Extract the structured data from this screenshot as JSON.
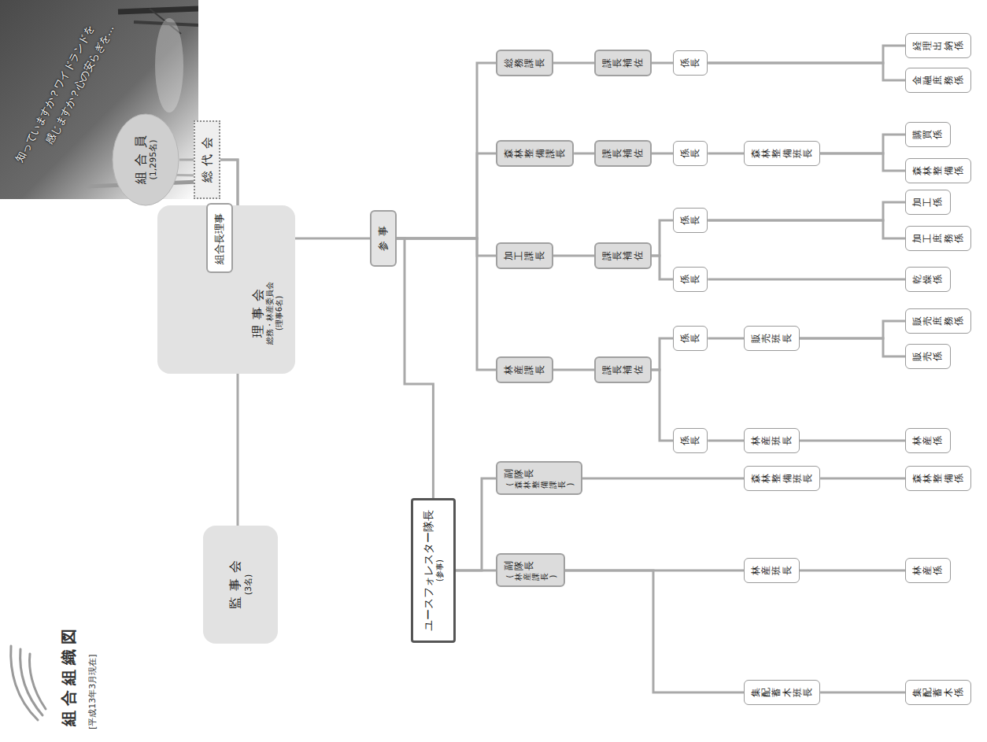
{
  "diagram": {
    "title": "組合組織図",
    "nodes": [
      {
        "text": [
          "組合員",
          "(1,295名)"
        ]
      },
      {
        "text": [
          "総代会"
        ]
      },
      {
        "text": [
          "監事会",
          "(3名)"
        ]
      },
      {
        "text": [
          "理事会",
          "総務・林産委員会",
          "(理事6名)"
        ]
      },
      {
        "text": [
          "組合長理事"
        ],
        "in": 3
      },
      {
        "text": [
          "参事"
        ]
      },
      {
        "text": [
          "ユースフォレスター隊長",
          "(参事)"
        ]
      },
      {
        "text": [
          "副隊長",
          "(林産課長)"
        ]
      },
      {
        "text": [
          "副隊長",
          "(森林整備課長)"
        ]
      },
      {
        "text": [
          "林産課長"
        ]
      },
      {
        "text": [
          "加工課長"
        ]
      },
      {
        "text": [
          "森林整備課長"
        ]
      },
      {
        "text": [
          "総務課長"
        ]
      },
      {
        "text": [
          "課長補佐"
        ]
      },
      {
        "text": [
          "課長補佐"
        ]
      },
      {
        "text": [
          "課長補佐"
        ]
      },
      {
        "text": [
          "課長補佐"
        ]
      },
      {
        "text": [
          "係長"
        ]
      },
      {
        "text": [
          "係長"
        ]
      },
      {
        "text": [
          "係長"
        ]
      },
      {
        "text": [
          "係長"
        ]
      },
      {
        "text": [
          "係長"
        ]
      },
      {
        "text": [
          "係長"
        ]
      },
      {
        "text": [
          "集配蓄木班長"
        ]
      },
      {
        "text": [
          "林産班長"
        ]
      },
      {
        "text": [
          "森林整備班長"
        ]
      },
      {
        "text": [
          "林産班長"
        ]
      },
      {
        "text": [
          "販売班長"
        ]
      },
      {
        "text": [
          "森林整備班長"
        ]
      },
      {
        "text": [
          "集配蓄木係"
        ]
      },
      {
        "text": [
          "林産係"
        ]
      },
      {
        "text": [
          "森林整備係"
        ]
      },
      {
        "text": [
          "林産係"
        ]
      },
      {
        "text": [
          "販売係"
        ]
      },
      {
        "text": [
          "販売庶務係"
        ]
      },
      {
        "text": [
          "乾燥係"
        ]
      },
      {
        "text": [
          "加工庶務係"
        ]
      },
      {
        "text": [
          "加工係"
        ]
      },
      {
        "text": [
          "森林整備係"
        ]
      },
      {
        "text": [
          "購買係"
        ]
      },
      {
        "text": [
          "金融庶務係"
        ]
      },
      {
        "text": [
          "経理出納係"
        ]
      }
    ],
    "edges": [
      {
        "from": 0,
        "to": 1,
        "arrow": "none"
      },
      {
        "from": 1,
        "to": 2,
        "arrow": "none"
      },
      {
        "from": 1,
        "to": 3,
        "arrow": "none"
      },
      {
        "from": 4,
        "to": 5,
        "arrow": "none"
      },
      {
        "from": 5,
        "to": 6,
        "arrow": "none"
      },
      {
        "from": 5,
        "to": 9,
        "arrow": "none"
      },
      {
        "from": 5,
        "to": 10,
        "arrow": "none"
      },
      {
        "from": 5,
        "to": 11,
        "arrow": "none"
      },
      {
        "from": 5,
        "to": 12,
        "arrow": "none"
      },
      {
        "from": 6,
        "to": 7,
        "arrow": "none"
      },
      {
        "from": 6,
        "to": 8,
        "arrow": "none"
      },
      {
        "from": 7,
        "to": 23,
        "arrow": "none"
      },
      {
        "from": 7,
        "to": 24,
        "arrow": "none"
      },
      {
        "from": 8,
        "to": 25,
        "arrow": "none"
      },
      {
        "from": 9,
        "to": 13,
        "arrow": "none"
      },
      {
        "from": 10,
        "to": 14,
        "arrow": "none"
      },
      {
        "from": 11,
        "to": 15,
        "arrow": "none"
      },
      {
        "from": 12,
        "to": 16,
        "arrow": "none"
      },
      {
        "from": 13,
        "to": 17,
        "arrow": "none"
      },
      {
        "from": 13,
        "to": 18,
        "arrow": "none"
      },
      {
        "from": 14,
        "to": 19,
        "arrow": "none"
      },
      {
        "from": 14,
        "to": 20,
        "arrow": "none"
      },
      {
        "from": 15,
        "to": 21,
        "arrow": "none"
      },
      {
        "from": 16,
        "to": 22,
        "arrow": "none"
      },
      {
        "from": 17,
        "to": 26,
        "arrow": "none"
      },
      {
        "from": 18,
        "to": 27,
        "arrow": "none"
      },
      {
        "from": 21,
        "to": 28,
        "arrow": "none"
      },
      {
        "from": 19,
        "to": 35,
        "arrow": "none"
      },
      {
        "from": 20,
        "to": 36,
        "arrow": "none"
      },
      {
        "from": 20,
        "to": 37,
        "arrow": "none"
      },
      {
        "from": 22,
        "to": 40,
        "arrow": "none"
      },
      {
        "from": 22,
        "to": 41,
        "arrow": "none"
      },
      {
        "from": 23,
        "to": 29,
        "arrow": "none"
      },
      {
        "from": 24,
        "to": 30,
        "arrow": "none"
      },
      {
        "from": 25,
        "to": 31,
        "arrow": "none"
      },
      {
        "from": 26,
        "to": 32,
        "arrow": "none"
      },
      {
        "from": 27,
        "to": 33,
        "arrow": "none"
      },
      {
        "from": 27,
        "to": 34,
        "arrow": "none"
      },
      {
        "from": 28,
        "to": 38,
        "arrow": "none"
      },
      {
        "from": 28,
        "to": 39,
        "arrow": "none"
      }
    ],
    "labels": [
      "[平成13年3月現在]",
      "知っていますか？ワイドランドを",
      "感じますか？心の安らぎを…"
    ]
  }
}
